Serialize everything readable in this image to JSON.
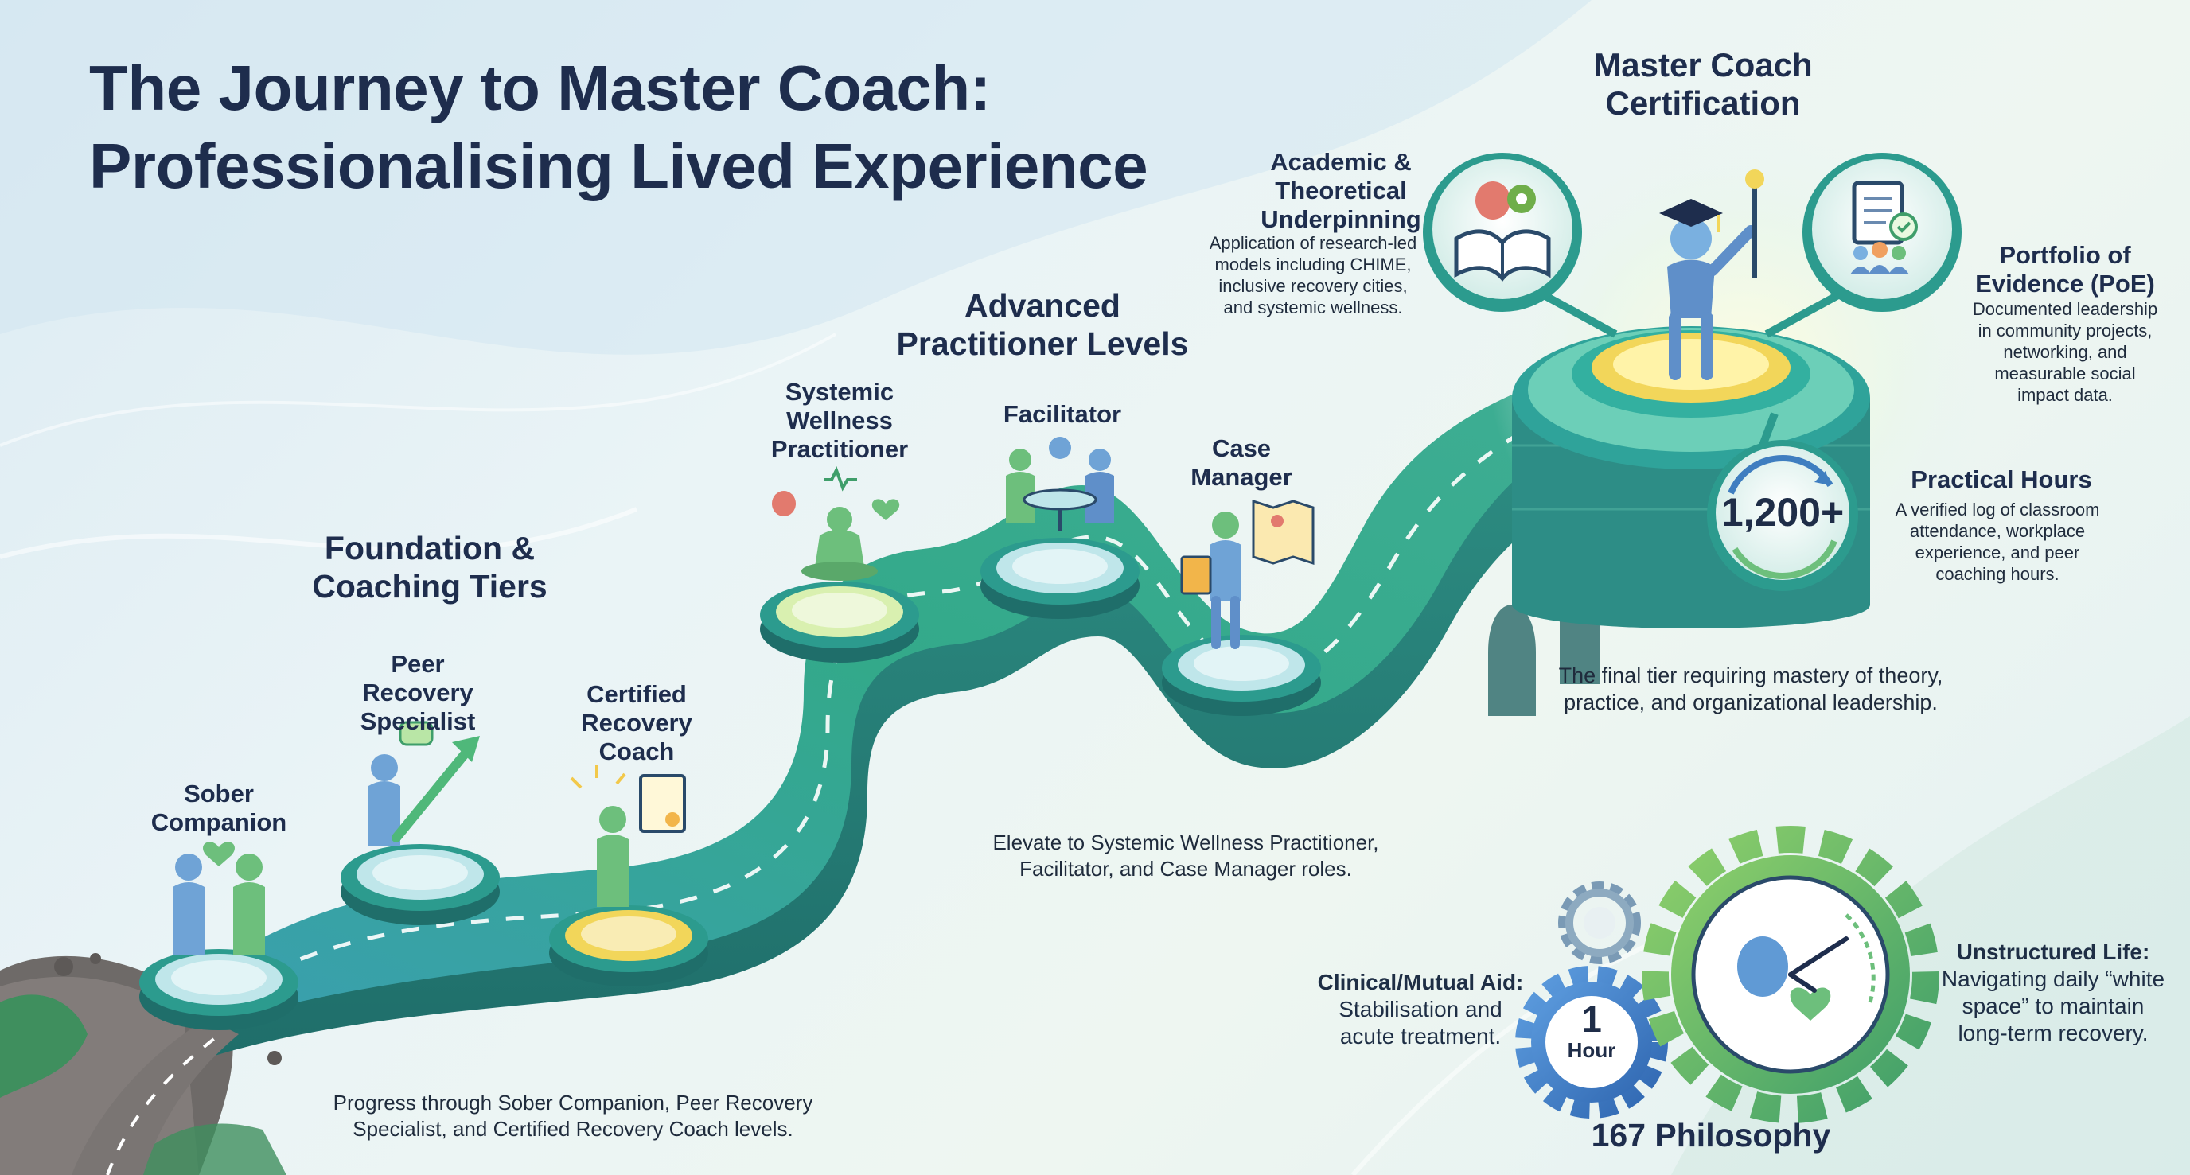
{
  "title": {
    "line1": "The Journey to Master Coach:",
    "line2": "Professionalising Lived Experience"
  },
  "foundation": {
    "heading_line1": "Foundation &",
    "heading_line2": "Coaching Tiers",
    "caption_line1": "Progress through Sober Companion, Peer Recovery",
    "caption_line2": "Specialist, and Certified Recovery Coach levels."
  },
  "stages": {
    "sober_companion": {
      "line1": "Sober",
      "line2": "Companion"
    },
    "peer_recovery": {
      "line1": "Peer",
      "line2": "Recovery",
      "line3": "Specialist"
    },
    "certified_coach": {
      "line1": "Certified",
      "line2": "Recovery",
      "line3": "Coach"
    },
    "systemic_wellness": {
      "line1": "Systemic",
      "line2": "Wellness",
      "line3": "Practitioner"
    },
    "facilitator": {
      "line1": "Facilitator"
    },
    "case_manager": {
      "line1": "Case",
      "line2": "Manager"
    }
  },
  "advanced": {
    "heading_line1": "Advanced",
    "heading_line2": "Practitioner Levels",
    "caption_line1": "Elevate to Systemic Wellness Practitioner,",
    "caption_line2": "Facilitator, and Case Manager roles."
  },
  "master": {
    "heading_line1": "Master Coach",
    "heading_line2": "Certification",
    "caption_line1": "The final tier requiring mastery of theory,",
    "caption_line2": "practice, and organizational leadership."
  },
  "academic": {
    "heading_line1": "Academic &",
    "heading_line2": "Theoretical",
    "heading_line3": "Underpinning",
    "desc_line1": "Application of research-led",
    "desc_line2": "models including CHIME,",
    "desc_line3": "inclusive recovery cities,",
    "desc_line4": "and systemic wellness."
  },
  "portfolio": {
    "heading_line1": "Portfolio of",
    "heading_line2": "Evidence (PoE)",
    "desc_line1": "Documented leadership",
    "desc_line2": "in community projects,",
    "desc_line3": "networking, and",
    "desc_line4": "measurable social",
    "desc_line5": "impact data."
  },
  "practical": {
    "badge": "1,200+",
    "heading": "Practical Hours",
    "desc_line1": "A verified log of classroom",
    "desc_line2": "attendance, workplace",
    "desc_line3": "experience, and peer",
    "desc_line4": "coaching hours."
  },
  "philosophy": {
    "title": "167 Philosophy",
    "gear_number": "1",
    "gear_unit": "Hour",
    "clinical_heading": "Clinical/Mutual Aid:",
    "clinical_line1": "Stabilisation and",
    "clinical_line2": "acute treatment.",
    "unstructured_heading": "Unstructured Life:",
    "unstructured_line1": "Navigating daily “white",
    "unstructured_line2": "space” to maintain",
    "unstructured_line3": "long-term recovery."
  },
  "colors": {
    "navy": "#1e2d4d",
    "path_teal": "#2c9b8e",
    "path_green": "#4fb87a",
    "accent_yellow": "#f2d65a",
    "figure_blue": "#5f8fc9",
    "figure_green": "#6dbf7c"
  },
  "icons": [
    "handshake-icon",
    "growth-arrow-icon",
    "certificate-icon",
    "meditation-icon",
    "group-table-icon",
    "map-clipboard-icon",
    "graduation-cap-icon",
    "book-brain-icon",
    "document-people-icon",
    "clock-cycle-icon",
    "small-gear-icon",
    "large-gear-clock-icon"
  ]
}
